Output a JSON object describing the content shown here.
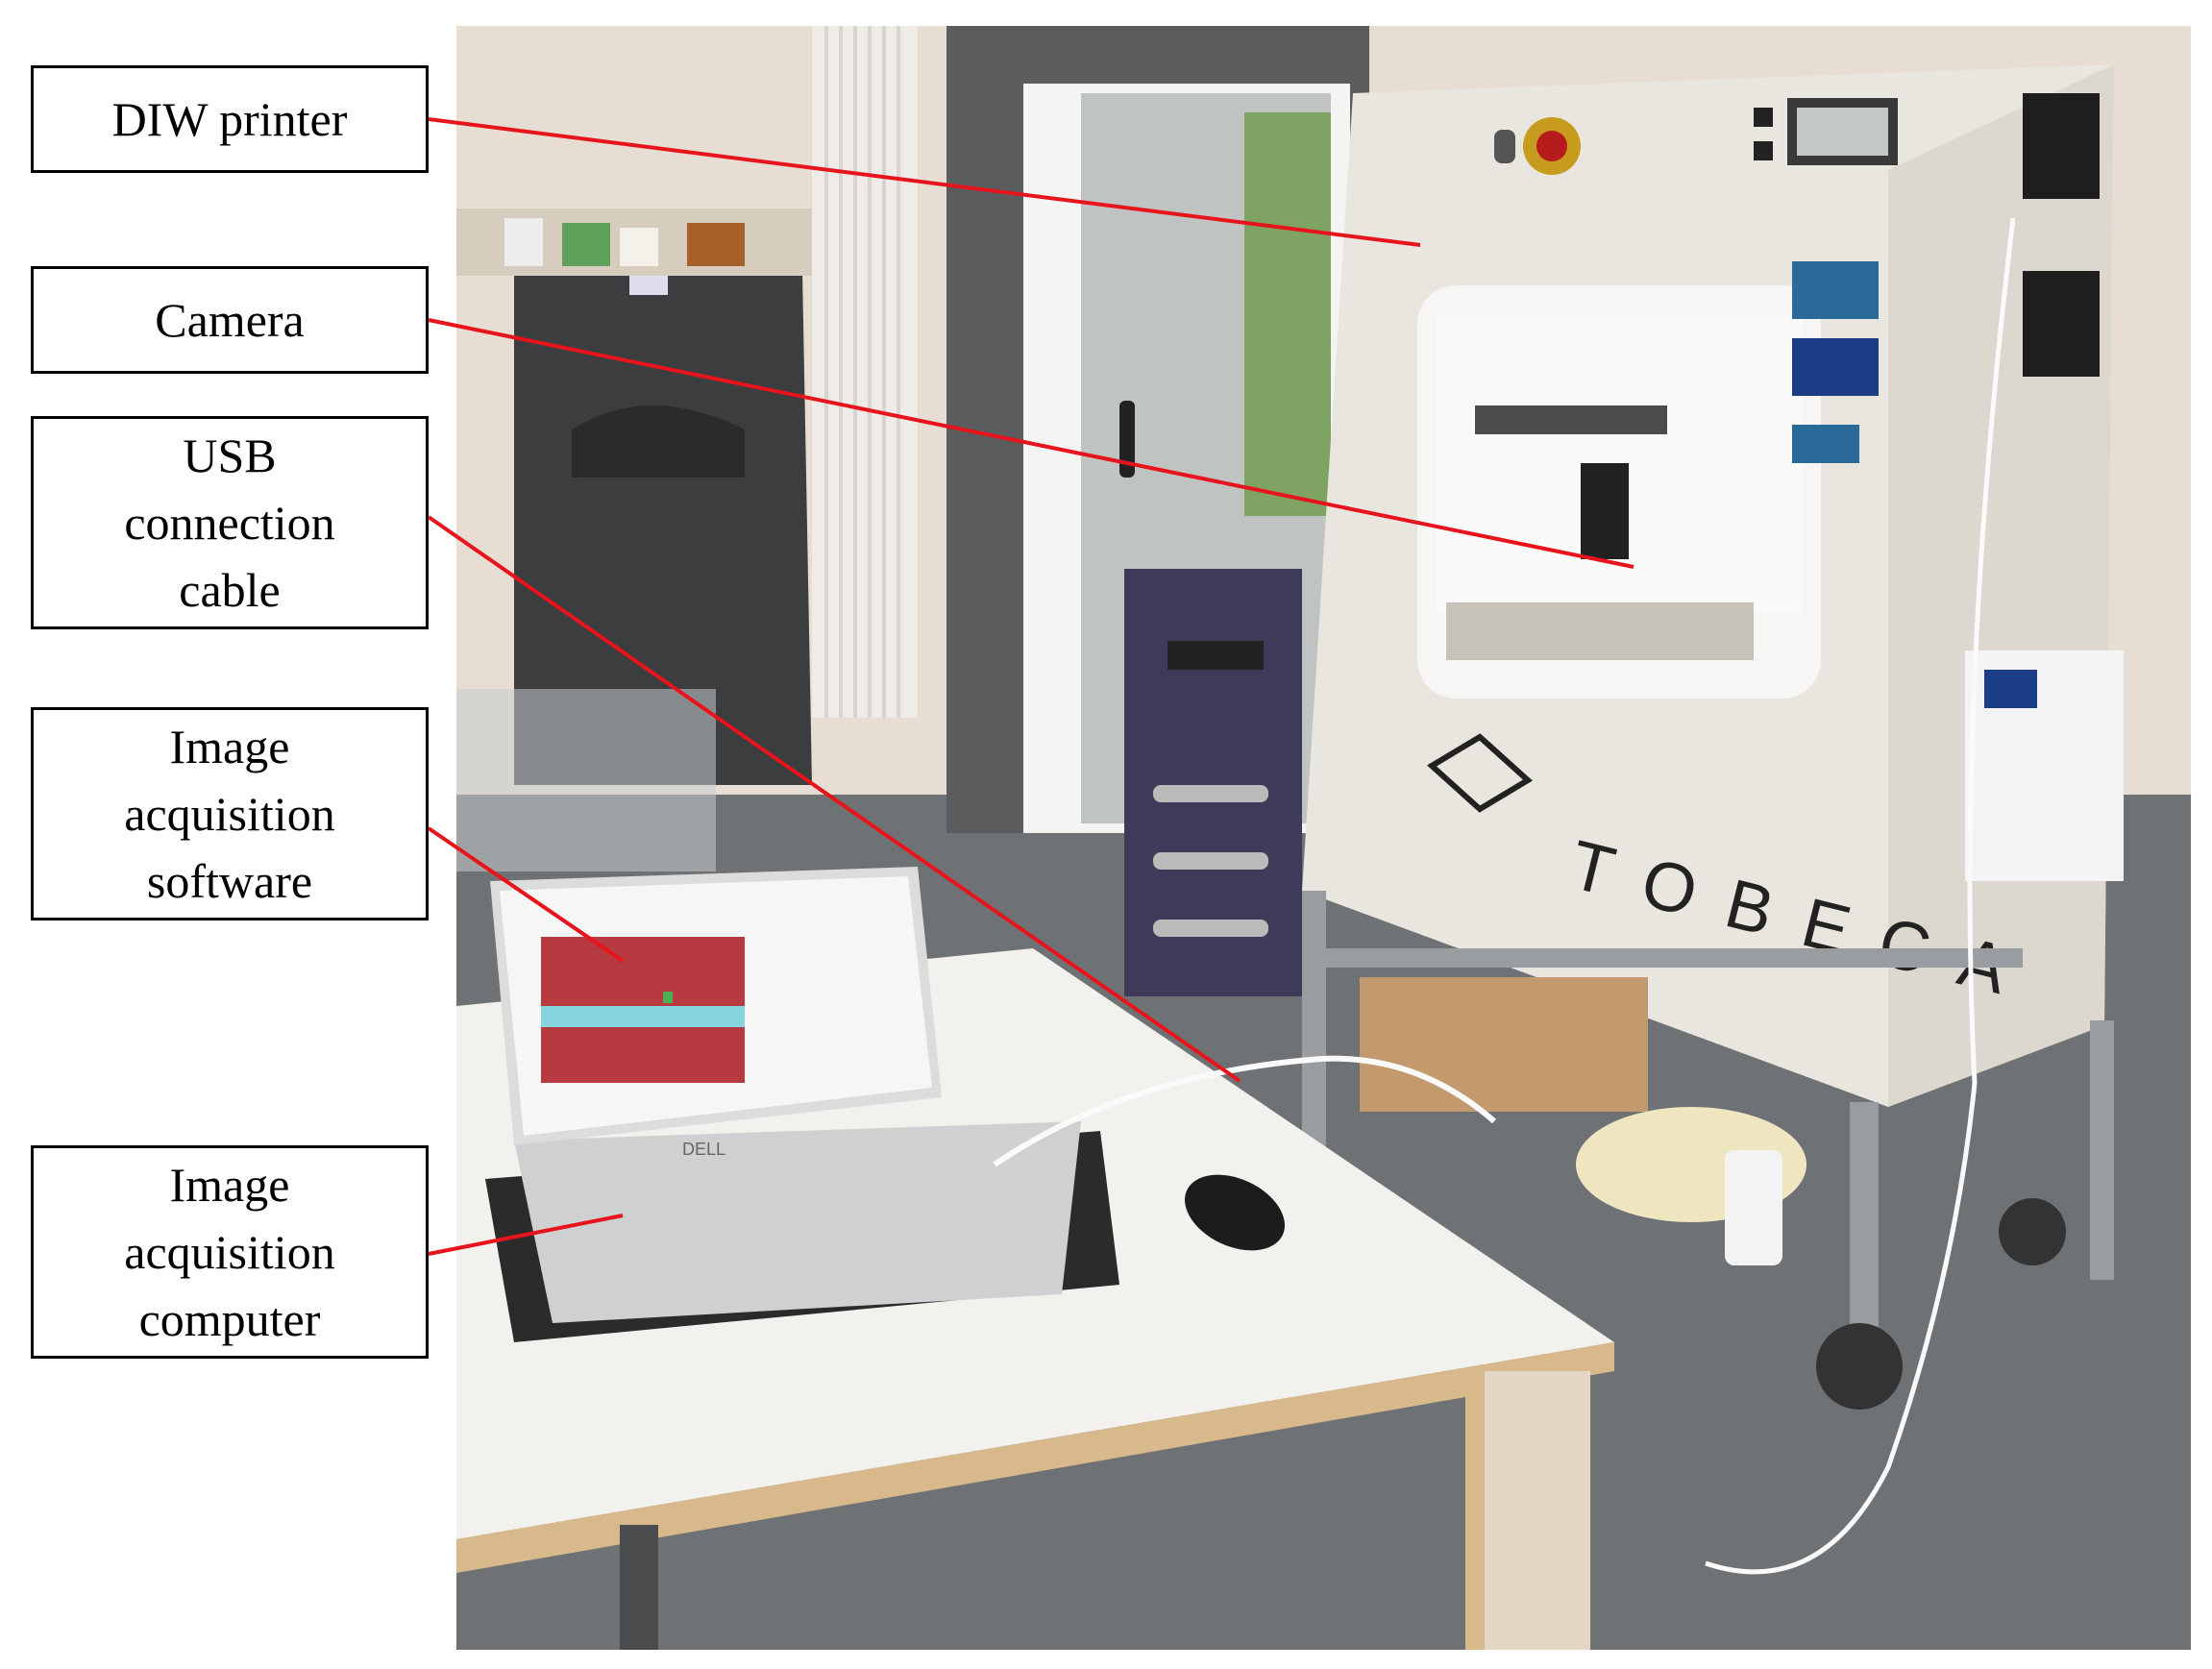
{
  "labels": [
    {
      "id": "diw-printer",
      "text": "DIW printer"
    },
    {
      "id": "camera",
      "text": "Camera"
    },
    {
      "id": "usb-cable",
      "text": "USB\nconnection\ncable"
    },
    {
      "id": "software",
      "text": "Image\nacquisition\nsoftware"
    },
    {
      "id": "computer",
      "text": "Image\nacquisition\ncomputer"
    }
  ],
  "photo": {
    "printer_brand": "TOBECA",
    "laptop_brand": "DELL"
  },
  "colors": {
    "leader_line": "#e8141c",
    "label_border": "#000000",
    "printer_body": "#e9e6df",
    "wall": "#e7ddd3",
    "floor": "#6f7274",
    "desk": "#f2f1ee",
    "screen_image": "#b63a3f",
    "screen_band": "#86d4dc"
  }
}
